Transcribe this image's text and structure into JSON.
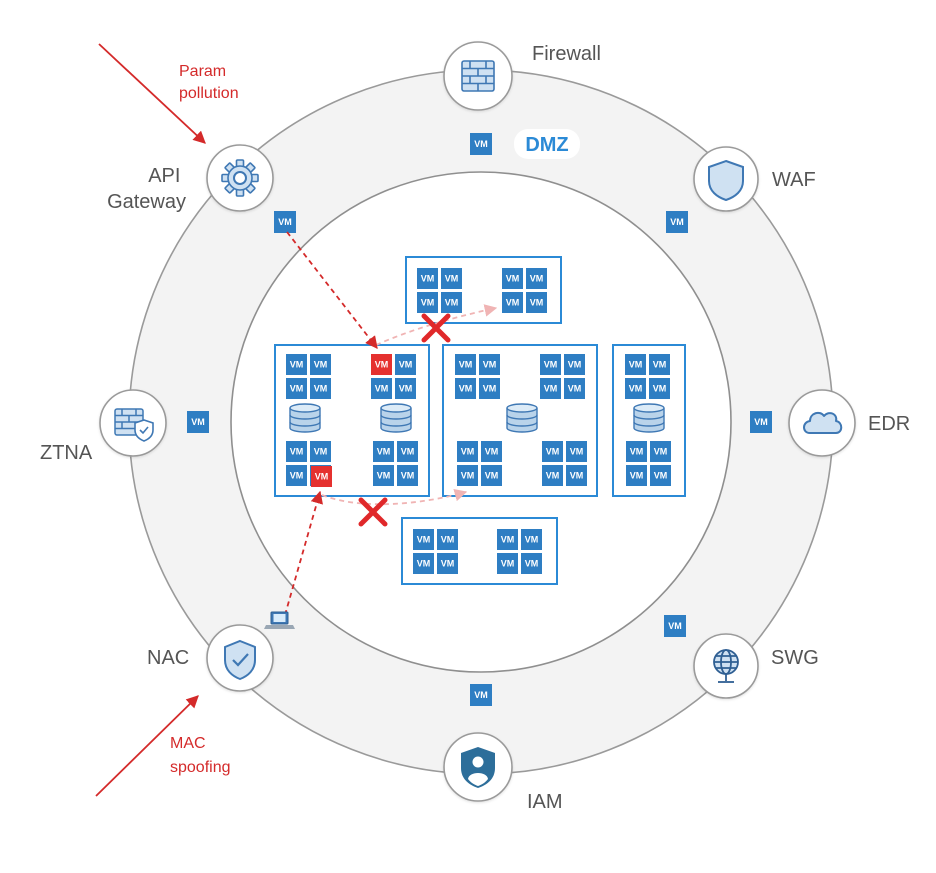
{
  "zones": {
    "dmz_label": "DMZ"
  },
  "vm_label": "VM",
  "security_controls": [
    {
      "id": "firewall",
      "label": "Firewall",
      "icon": "firewall-brick-icon"
    },
    {
      "id": "waf",
      "label": "WAF",
      "icon": "shield-icon"
    },
    {
      "id": "edr",
      "label": "EDR",
      "icon": "cloud-icon"
    },
    {
      "id": "swg",
      "label": "SWG",
      "icon": "globe-icon"
    },
    {
      "id": "iam",
      "label": "IAM",
      "icon": "user-shield-icon"
    },
    {
      "id": "nac",
      "label": "NAC",
      "icon": "check-shield-icon"
    },
    {
      "id": "ztna",
      "label": "ZTNA",
      "icon": "firewall-shield-icon"
    },
    {
      "id": "api-gateway",
      "label_lines": [
        "API",
        "Gateway"
      ],
      "icon": "gear-icon"
    }
  ],
  "attacks": [
    {
      "id": "param-pollution",
      "label_lines": [
        "Param",
        "pollution"
      ]
    },
    {
      "id": "mac-spoofing",
      "label_lines": [
        "MAC",
        "spoofing"
      ]
    }
  ],
  "colors": {
    "outer_ring": "#f3f3f3",
    "ring_stroke": "#9a9a9a",
    "vm_blue": "#2e7ec3",
    "vm_compromised": "#e5312f",
    "cluster_border": "#2b8ad6",
    "attack_red": "#d42a2a",
    "blocked_path": "#f0b4b4",
    "blocked_x": "#e0282a",
    "icon_blue": "#3f78b4",
    "dmz_text": "#2b8ad6",
    "label_gray": "#555555"
  }
}
